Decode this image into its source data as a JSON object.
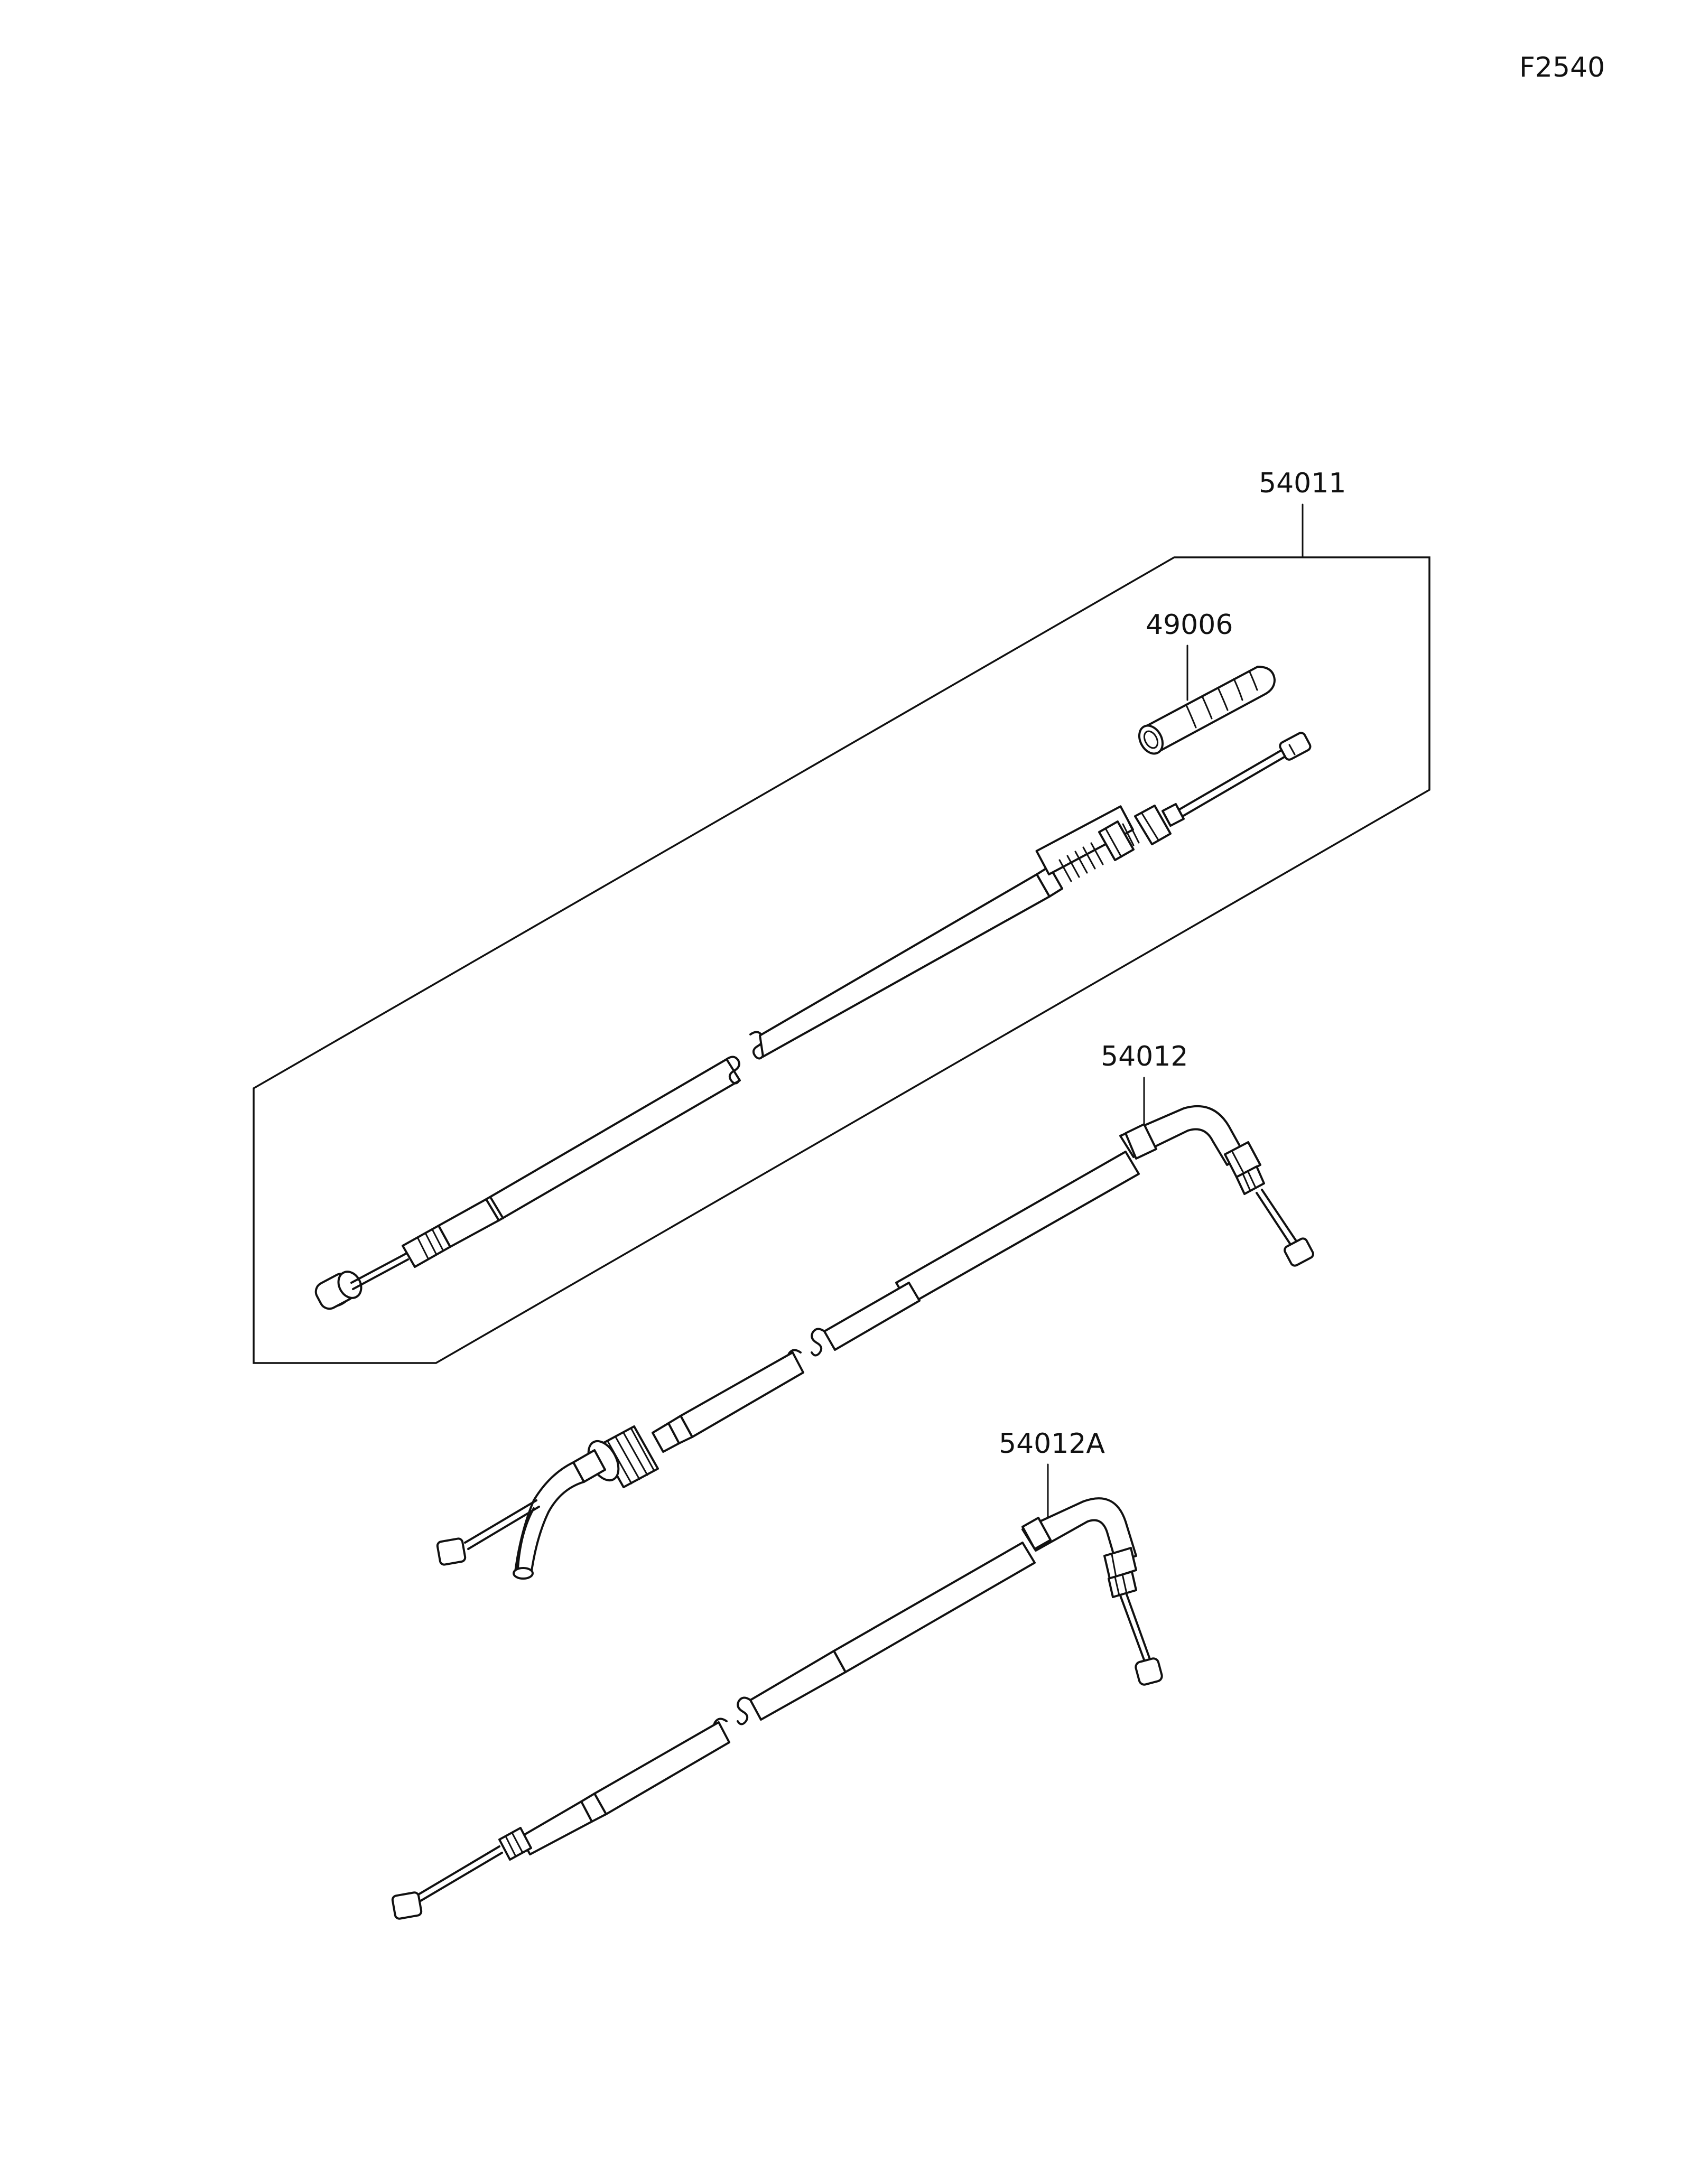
{
  "diagram_code": "F2540",
  "parts": [
    {
      "number": "54011"
    },
    {
      "number": "49006"
    },
    {
      "number": "54012"
    },
    {
      "number": "54012A"
    }
  ],
  "colors": {
    "line": "#111111",
    "background": "#ffffff"
  }
}
